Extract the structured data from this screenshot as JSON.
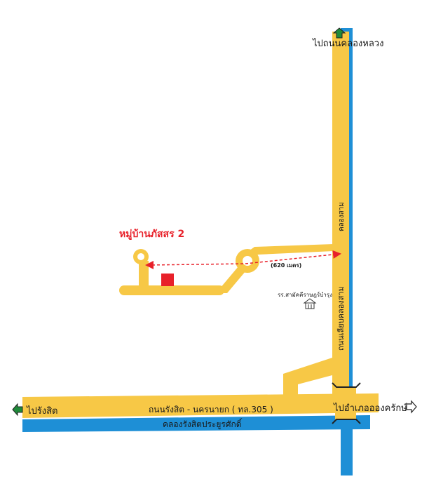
{
  "labels": {
    "to_khlong_luang": "ไปถนนคลองหลวง",
    "village": "หมู่บ้านภัสสร 2",
    "distance": "(620 เมตร)",
    "khlong_sam_canal": "คลองสาม",
    "road_along_canal": "ถนนเลียบคลองสาม",
    "school": "รร.สามัคคีราษฎร์บำรุง",
    "to_rangsit": "ไปรังสิต",
    "main_road": "ถนนรังสิต - นครนายก ( ทล.305 )",
    "rangsit_canal": "คลองรังสิตประยูรศักดิ์",
    "to_ongkharak": "ไปอำเภออองครักษ์"
  },
  "colors": {
    "road": "#f7c846",
    "canal": "#1e8fd6",
    "village_marker": "#e8212a",
    "route_arrow": "#e8212a",
    "arrow_fill": "#1f8a3a",
    "village_label": "#e8212a",
    "text": "#1a1a1a"
  },
  "icons": {
    "north_arrow": "arrow-up-icon",
    "west_arrow": "arrow-left-icon",
    "east_arrow": "arrow-right-icon",
    "school": "school-building-icon"
  }
}
